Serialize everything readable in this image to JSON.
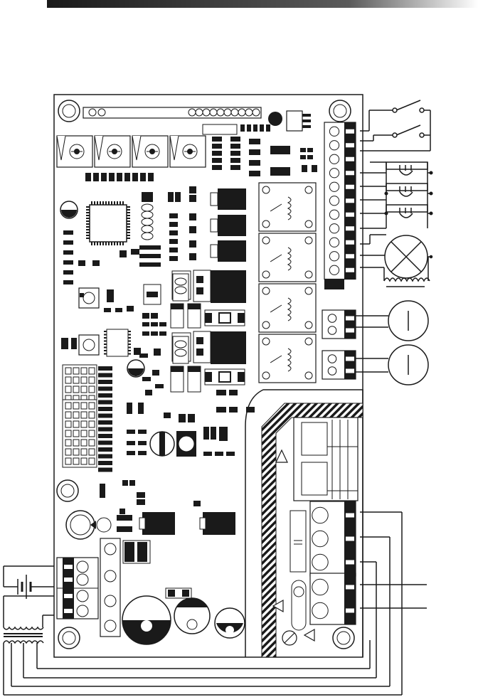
{
  "diagram": {
    "type": "pcb-wiring-diagram",
    "header_bar": {
      "gradient_from": "#1a1a1a",
      "gradient_to": "#ffffff"
    },
    "colors": {
      "ink": "#1a1a1a",
      "board": "#ffffff",
      "hatch": "#1a1a1a"
    },
    "components": {
      "trimmers": 4,
      "relays": 4,
      "top_right_terminal_screws": 11,
      "lamp_terminal_screws": 2,
      "motor_terminal_screws": 2,
      "hv_terminal_screws": 3,
      "input_terminal_screws": 2,
      "power_terminal_screws": 4,
      "left_header_pins": 16
    },
    "external_devices": [
      "switch-1",
      "switch-2",
      "photocell-1",
      "photocell-2",
      "photocell-3",
      "warning-lamp",
      "motor-1",
      "motor-2",
      "battery",
      "transformer"
    ]
  }
}
